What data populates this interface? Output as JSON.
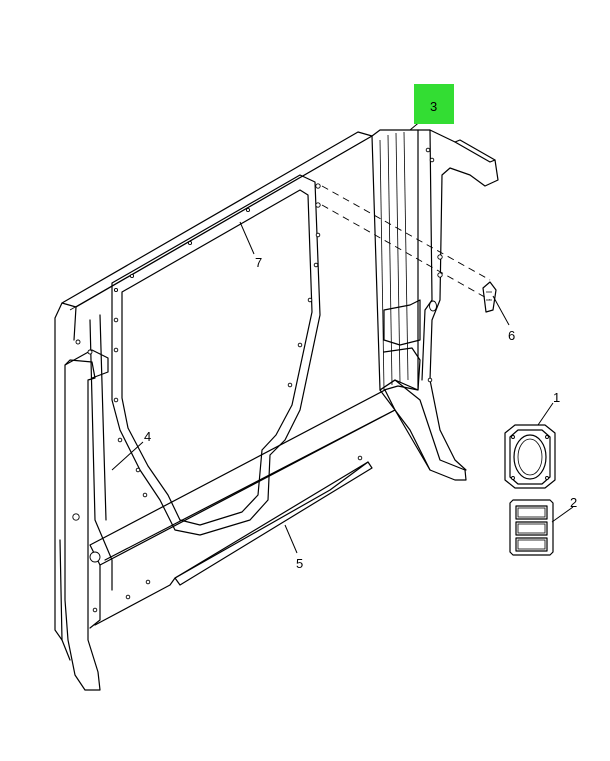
{
  "callouts": {
    "c1": "1",
    "c2": "2",
    "c3": "3",
    "c4": "4",
    "c5": "5",
    "c6": "6",
    "c7": "7"
  },
  "colors": {
    "highlight": "#33dd33",
    "line": "#000000"
  },
  "footer": {
    "left": "",
    "right": ""
  }
}
